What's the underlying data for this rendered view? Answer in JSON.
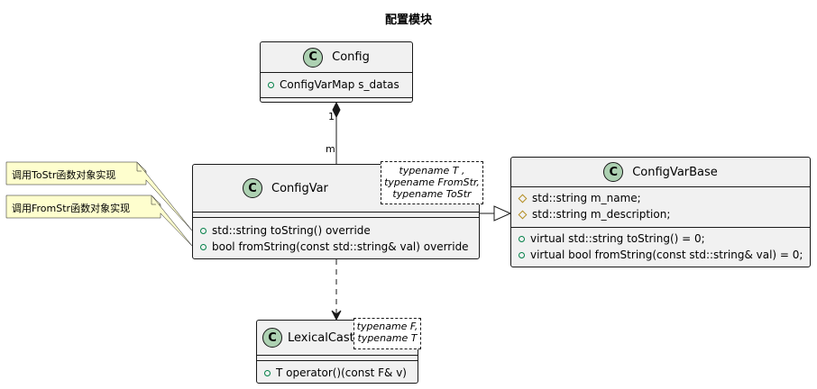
{
  "title": "配置模块",
  "classes": {
    "config": {
      "badge": "C",
      "name": "Config",
      "members": [
        "ConfigVarMap s_datas"
      ]
    },
    "configvar": {
      "badge": "C",
      "name": "ConfigVar",
      "template_params": [
        "typename T ,",
        "typename FromStr,",
        "typename ToStr"
      ],
      "methods": [
        "std::string toString() override",
        "bool fromString(const std::string& val) override"
      ]
    },
    "configvarbase": {
      "badge": "C",
      "name": "ConfigVarBase",
      "fields": [
        "std::string m_name;",
        "std::string m_description;"
      ],
      "methods": [
        "virtual std::string  toString() = 0;",
        "virtual bool fromString(const std::string& val) = 0;"
      ]
    },
    "lexicalcast": {
      "badge": "C",
      "name": "LexicalCast",
      "template_params": [
        "typename F,",
        "typename T"
      ],
      "methods": [
        "T operator()(const F& v)"
      ]
    }
  },
  "notes": {
    "tostr": "调用ToStr函数对象实现",
    "fromstr": "调用FromStr函数对象实现"
  },
  "multiplicity": {
    "composition_source": "1",
    "composition_target": "m"
  },
  "colors": {
    "class_fill": "#f1f1f1",
    "badge_fill": "#add1b2",
    "note_fill": "#fefece",
    "public_icon": "#038048",
    "protected_icon": "#b38d22",
    "border": "#181818"
  }
}
